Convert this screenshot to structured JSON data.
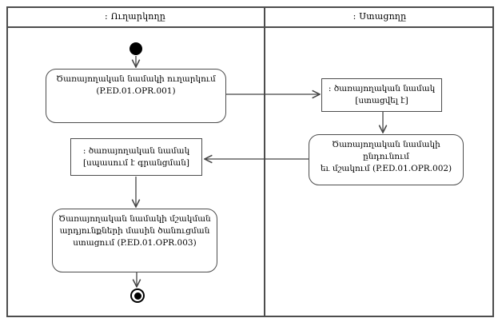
{
  "diagram": {
    "lanes": [
      {
        "title": ": Ուղարկողը"
      },
      {
        "title": ": Ստացողը"
      }
    ],
    "nodes": {
      "activity_send": {
        "label": "Ծառայողական նամակի ուղարկում\n(P.ED.01.OPR.001)"
      },
      "object_received": {
        "label": ": ծառայողական նամակ\n[ստացվել է]"
      },
      "activity_process": {
        "label": "Ծառայողական նամակի ընդունում\nեւ մշակում (P.ED.01.OPR.002)"
      },
      "object_waiting": {
        "label": ": ծառայողական նամակ\n[սպասում է գրանցման]"
      },
      "activity_notify": {
        "label": "Ծառայողական նամակի մշակման\nարդյունքների մասին ծանուցման\nստացում (P.ED.01.OPR.003)"
      }
    },
    "colors": {
      "line": "#444444",
      "border": "#4d4d4d",
      "fill": "#ffffff",
      "text": "#000000"
    }
  }
}
